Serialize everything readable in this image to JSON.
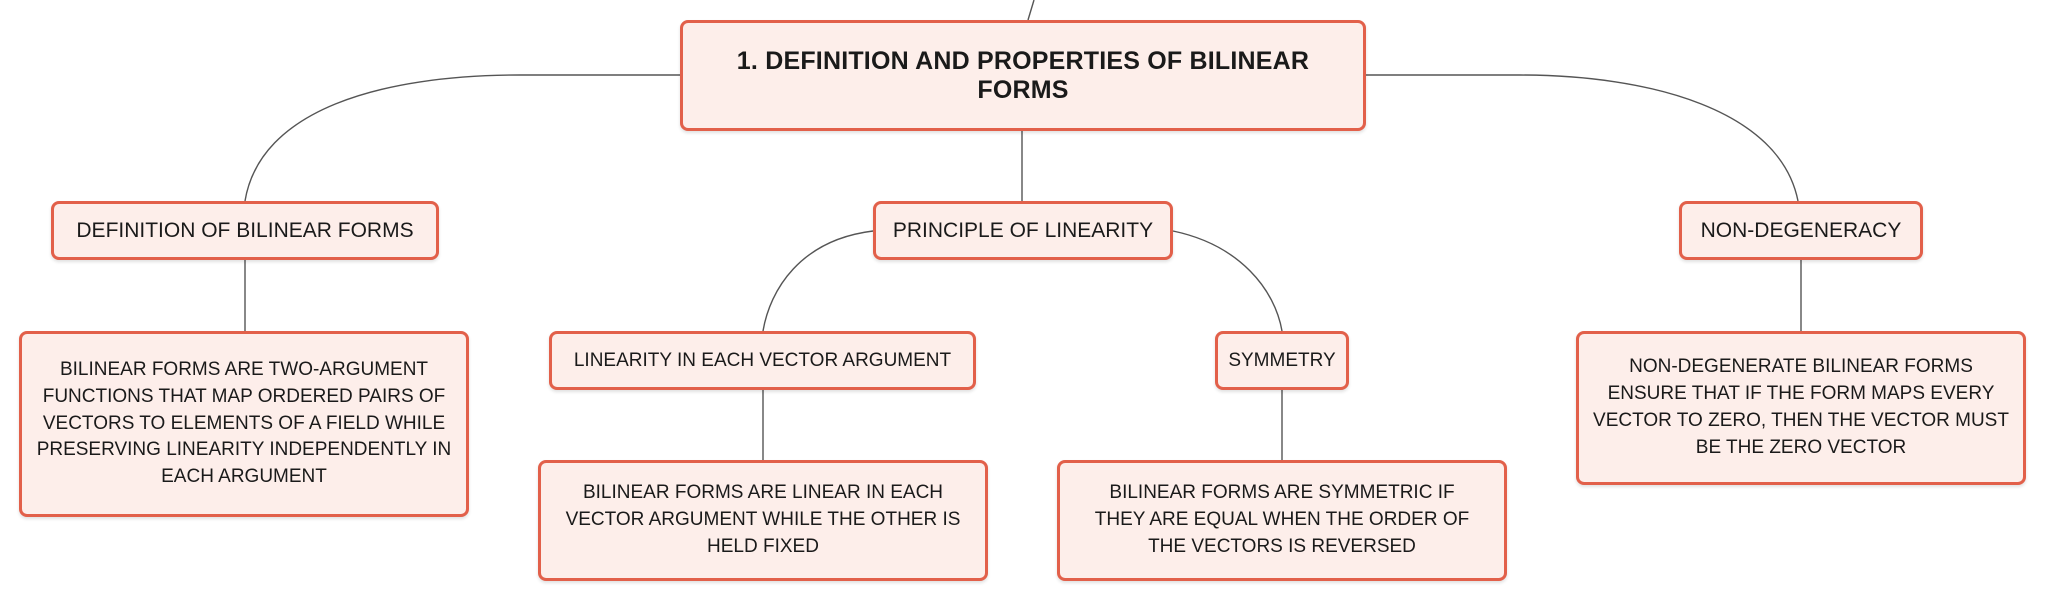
{
  "diagram": {
    "root": {
      "label": "1. DEFINITION AND PROPERTIES OF BILINEAR FORMS"
    },
    "branches": [
      {
        "label": "DEFINITION OF BILINEAR FORMS",
        "description": "BILINEAR FORMS ARE TWO-ARGUMENT FUNCTIONS THAT MAP ORDERED PAIRS OF VECTORS TO ELEMENTS OF A FIELD WHILE PRESERVING LINEARITY INDEPENDENTLY IN EACH ARGUMENT"
      },
      {
        "label": "PRINCIPLE OF LINEARITY",
        "children": [
          {
            "label": "LINEARITY IN EACH VECTOR ARGUMENT",
            "description": "BILINEAR FORMS ARE LINEAR IN EACH VECTOR ARGUMENT WHILE THE OTHER IS HELD FIXED"
          },
          {
            "label": "SYMMETRY",
            "description": "BILINEAR FORMS ARE SYMMETRIC IF THEY ARE EQUAL WHEN THE ORDER OF THE VECTORS IS REVERSED"
          }
        ]
      },
      {
        "label": "NON-DEGENERACY",
        "description": "NON-DEGENERATE BILINEAR FORMS ENSURE THAT IF THE FORM MAPS EVERY VECTOR TO ZERO, THEN THE VECTOR MUST BE THE ZERO VECTOR"
      }
    ]
  },
  "colors": {
    "node_fill": "#fdeeea",
    "node_border": "#e2604a",
    "connector": "#555555"
  }
}
